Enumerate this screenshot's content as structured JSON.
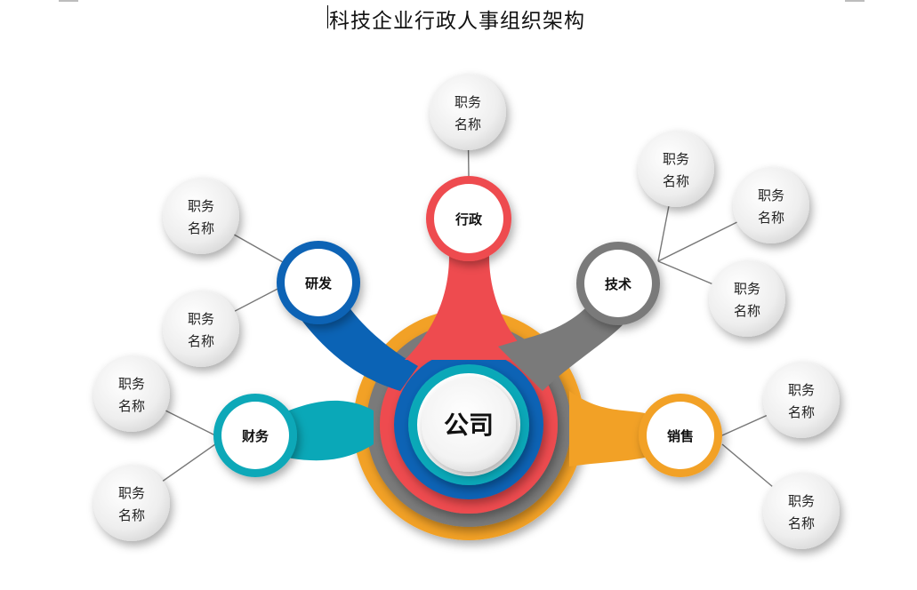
{
  "document": {
    "title": "科技企业行政人事组织架构"
  },
  "colors": {
    "finance": "#0AA8B8",
    "rnd": "#0B63B5",
    "admin": "#EE4B4F",
    "tech": "#7A7A7A",
    "sales": "#F2A126",
    "connector": "#777777"
  },
  "company": {
    "label": "公司"
  },
  "departments": [
    {
      "id": "finance",
      "label": "财务",
      "positions": [
        [
          "职务",
          "名称"
        ],
        [
          "职务",
          "名称"
        ]
      ]
    },
    {
      "id": "rnd",
      "label": "研发",
      "positions": [
        [
          "职务",
          "名称"
        ],
        [
          "职务",
          "名称"
        ]
      ]
    },
    {
      "id": "admin",
      "label": "行政",
      "positions": [
        [
          "职务",
          "名称"
        ]
      ]
    },
    {
      "id": "tech",
      "label": "技术",
      "positions": [
        [
          "职务",
          "名称"
        ],
        [
          "职务",
          "名称"
        ],
        [
          "职务",
          "名称"
        ]
      ]
    },
    {
      "id": "sales",
      "label": "销售",
      "positions": [
        [
          "职务",
          "名称"
        ],
        [
          "职务",
          "名称"
        ]
      ]
    }
  ]
}
